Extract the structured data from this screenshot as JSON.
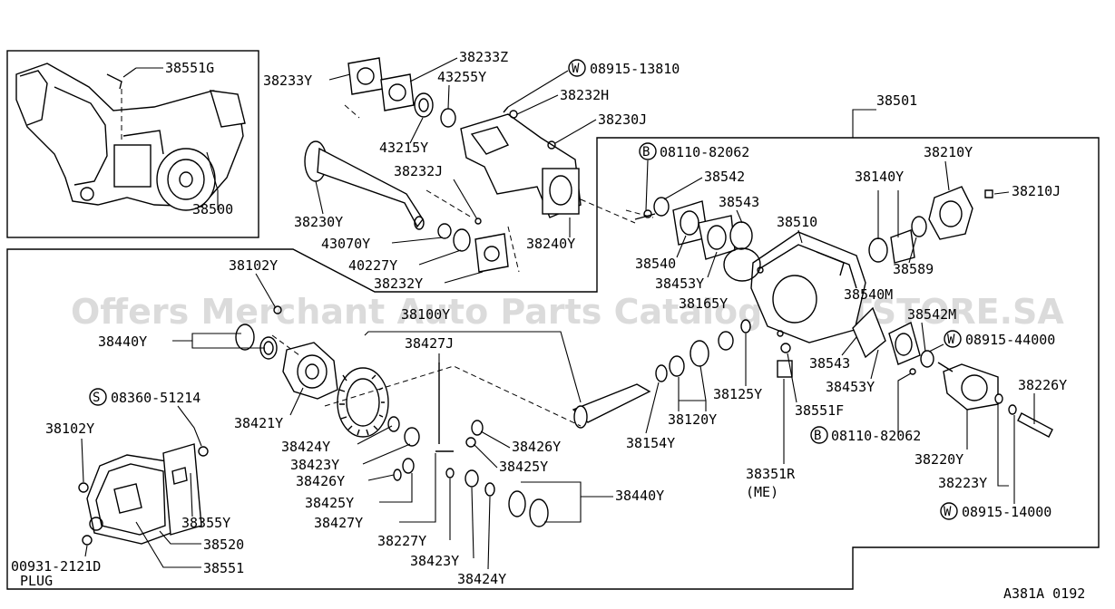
{
  "diagram_code": "A381A 0192",
  "watermark": "Offers Merchant Auto Parts Catalog PARTSTORE.SA",
  "labels": {
    "p38551G": "38551G",
    "p38500": "38500",
    "p38233Y": "38233Y",
    "p38233Z": "38233Z",
    "p43255Y": "43255Y",
    "p08915_13810": "08915-13810",
    "p38232H": "38232H",
    "p38230J": "38230J",
    "p43215Y": "43215Y",
    "p38232J": "38232J",
    "p38230Y": "38230Y",
    "p43070Y": "43070Y",
    "p40227Y": "40227Y",
    "p38232Y": "38232Y",
    "p38240Y": "38240Y",
    "p38501": "38501",
    "p08110_82062a": "08110-82062",
    "p38542": "38542",
    "p38543a": "38543",
    "p38140Y": "38140Y",
    "p38210Y": "38210Y",
    "p38210J": "38210J",
    "p38510": "38510",
    "p38540": "38540",
    "p38453Ya": "38453Y",
    "p38165Y": "38165Y",
    "p38589": "38589",
    "p38540M": "38540M",
    "p38542M": "38542M",
    "p38102Ya": "38102Y",
    "p38100Y": "38100Y",
    "p38427J": "38427J",
    "p38440Ya": "38440Y",
    "p08915_44000": "08915-44000",
    "p38543b": "38543",
    "p38226Y": "38226Y",
    "p38453Yb": "38453Y",
    "p38125Y": "38125Y",
    "p38551F": "38551F",
    "p38421Y": "38421Y",
    "p08360_51214": "08360-51214",
    "p38120Y": "38120Y",
    "p08110_82062b": "08110-82062",
    "p38424Ya": "38424Y",
    "p38426Ya": "38426Y",
    "p38154Y": "38154Y",
    "p38220Y": "38220Y",
    "p38102Yb": "38102Y",
    "p38423Ya": "38423Y",
    "p38425Ya": "38425Y",
    "p38351R": "38351R",
    "p38351R_note": "(ME)",
    "p38223Y": "38223Y",
    "p38426Yb": "38426Y",
    "p38440Yb": "38440Y",
    "p38425Yb": "38425Y",
    "p38355Y": "38355Y",
    "p08915_14000": "08915-14000",
    "p38427Y": "38427Y",
    "p38227Y": "38227Y",
    "p38520": "38520",
    "p38423Yb": "38423Y",
    "p00931_2121D": "00931-2121D",
    "p38551": "38551",
    "plug": "PLUG",
    "p38424Yb": "38424Y"
  },
  "callout_letters": {
    "washer": "W",
    "bolt": "B",
    "screw": "S"
  }
}
